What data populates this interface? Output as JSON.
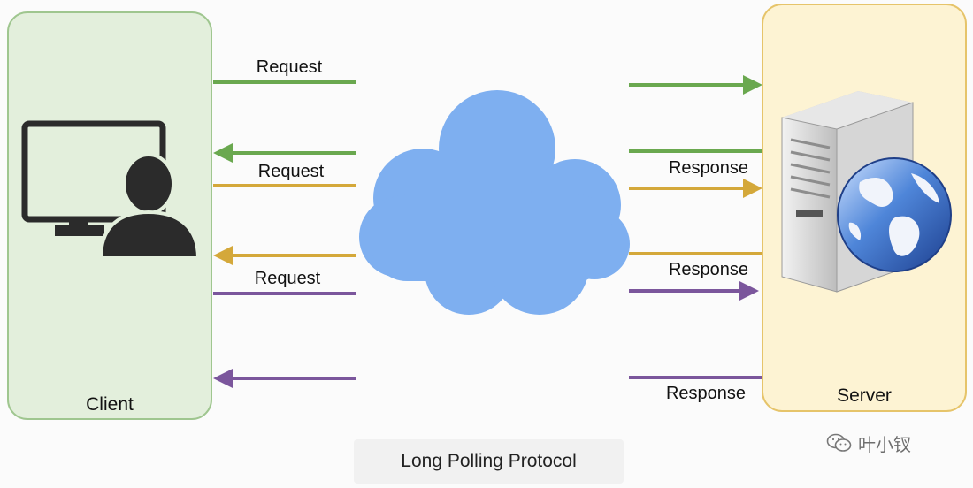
{
  "title": "Long Polling Protocol",
  "client": {
    "label": "Client"
  },
  "server": {
    "label": "Server"
  },
  "cloud": {
    "icon": "cloud-icon"
  },
  "colors": {
    "green": "#6aa84f",
    "yellow": "#d4a83a",
    "purple": "#7b569c",
    "client_fill": "#e3efdc",
    "client_stroke": "#9fc68f",
    "server_fill": "#fdf3d3",
    "server_stroke": "#e6c46a",
    "cloud": "#7eaff0"
  },
  "arrows": [
    {
      "direction": "to-server",
      "color": "green",
      "left_label": "Request",
      "right_label": ""
    },
    {
      "direction": "to-client",
      "color": "green",
      "left_label": "Request",
      "right_label": "Response"
    },
    {
      "direction": "to-server",
      "color": "yellow",
      "left_label": "",
      "right_label": ""
    },
    {
      "direction": "to-client",
      "color": "yellow",
      "left_label": "Request",
      "right_label": "Response"
    },
    {
      "direction": "to-server",
      "color": "purple",
      "left_label": "",
      "right_label": ""
    },
    {
      "direction": "to-client",
      "color": "purple",
      "left_label": "",
      "right_label": "Response"
    }
  ],
  "watermark": {
    "text": "叶小钗",
    "icon": "wechat-icon"
  }
}
